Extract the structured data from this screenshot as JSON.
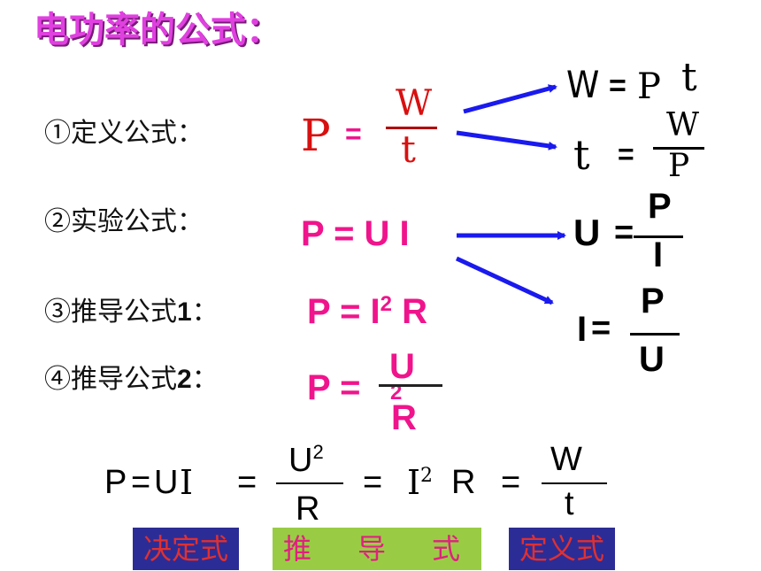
{
  "title": "电功率的公式：",
  "labels": {
    "def": "①定义公式：",
    "exp": "②实验公式：",
    "derive1_prefix": "③推导公式",
    "derive1_num": "1",
    "derive1_colon": "：",
    "derive2_prefix": "④推导公式",
    "derive2_num": "2",
    "derive2_colon": "："
  },
  "def_formula": {
    "lhs": "P",
    "eq": "=",
    "num": "W",
    "den": "t"
  },
  "def_results": {
    "w_lhs": "W",
    "w_eq": "=",
    "w_rhs_p": "P",
    "w_rhs_t": "t",
    "t_lhs": "t",
    "t_eq": "=",
    "t_num": "W",
    "t_den": "P"
  },
  "exp_formula": "P = U I",
  "exp_results": {
    "u_lhs": "U",
    "u_eq": "=",
    "u_num": "P",
    "u_den": "I",
    "i_lhs": "I",
    "i_eq": "=",
    "i_num": "P",
    "i_den": "U"
  },
  "derive1_formula": {
    "main": "P = I",
    "sup": "2",
    "tail": " R"
  },
  "derive2_formula": {
    "lhs": "P = ",
    "num": "U",
    "sup": "2",
    "den": "R"
  },
  "summary": {
    "p": "P",
    "eq1": "=",
    "u": "U",
    "i": "I",
    "eq2": "=",
    "f1_num": "U",
    "f1_sup": "2",
    "f1_den": "R",
    "eq3": "=",
    "i2": "I",
    "i2_sup": "2",
    "r": "R",
    "eq4": "=",
    "f2_num": "W",
    "f2_den": "t"
  },
  "boxes": {
    "decide": "决定式",
    "derive": [
      "推",
      "导",
      "式"
    ],
    "define": "定义式"
  },
  "colors": {
    "title": "#e040e0",
    "formula_pink": "#f0148c",
    "arrow_blue": "#1a1aee",
    "box_blue": "#2c2c96",
    "box_green": "#99cc44"
  }
}
